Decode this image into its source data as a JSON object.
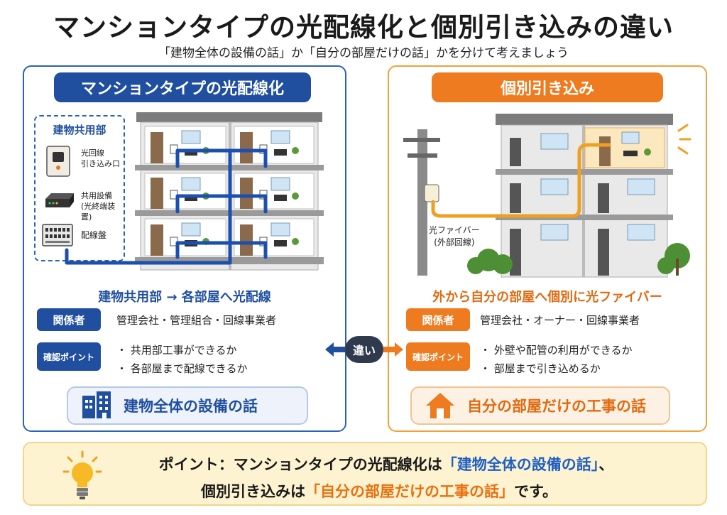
{
  "header": {
    "title": "マンションタイプの光配線化と個別引き込みの違い",
    "subtitle": "「建物全体の設備の話」か「自分の部屋だけの話」かを分けて考えましょう"
  },
  "left": {
    "heading": "マンションタイプの光配線化",
    "common_area_title": "建物共用部",
    "devices": {
      "line_entry_1": "光回線",
      "line_entry_2": "引き込み口",
      "shared_equipment_1": "共用設備",
      "shared_equipment_2": "(光終端装置)",
      "distribution_board": "配線盤"
    },
    "flow": "建物共用部 → 各部屋へ光配線",
    "stakeholder_badge": "関係者",
    "stakeholders": "管理会社・管理組合・回線事業者",
    "check_badge": "確認ポイント",
    "checks": [
      "・ 共用部工事ができるか",
      "・ 各部屋まで配線できるか"
    ],
    "summary": "建物全体の設備の話"
  },
  "right": {
    "heading": "個別引き込み",
    "fiber_label_1": "光ファイバー",
    "fiber_label_2": "(外部回線)",
    "flow": "外から自分の部屋へ個別に光ファイバー",
    "stakeholder_badge": "関係者",
    "stakeholders": "管理会社・オーナー・回線事業者",
    "check_badge": "確認ポイント",
    "checks": [
      "・ 外壁や配管の利用ができるか",
      "・ 部屋まで引き込めるか"
    ],
    "summary": "自分の部屋だけの工事の話"
  },
  "difference_label": "違い",
  "point": {
    "line1_prefix": "ポイント：マンションタイプの光配線化は",
    "line1_highlight": "「建物全体の設備の話」",
    "line1_suffix": "、",
    "line2_prefix": "個別引き込みは",
    "line2_highlight": "「自分の部屋だけの工事の話」",
    "line2_suffix": "です。"
  },
  "colors": {
    "blue": "#1f4f9e",
    "orange": "#ee7b1f",
    "fiber_blue": "#1c4fb0",
    "fiber_orange": "#f0a020"
  }
}
